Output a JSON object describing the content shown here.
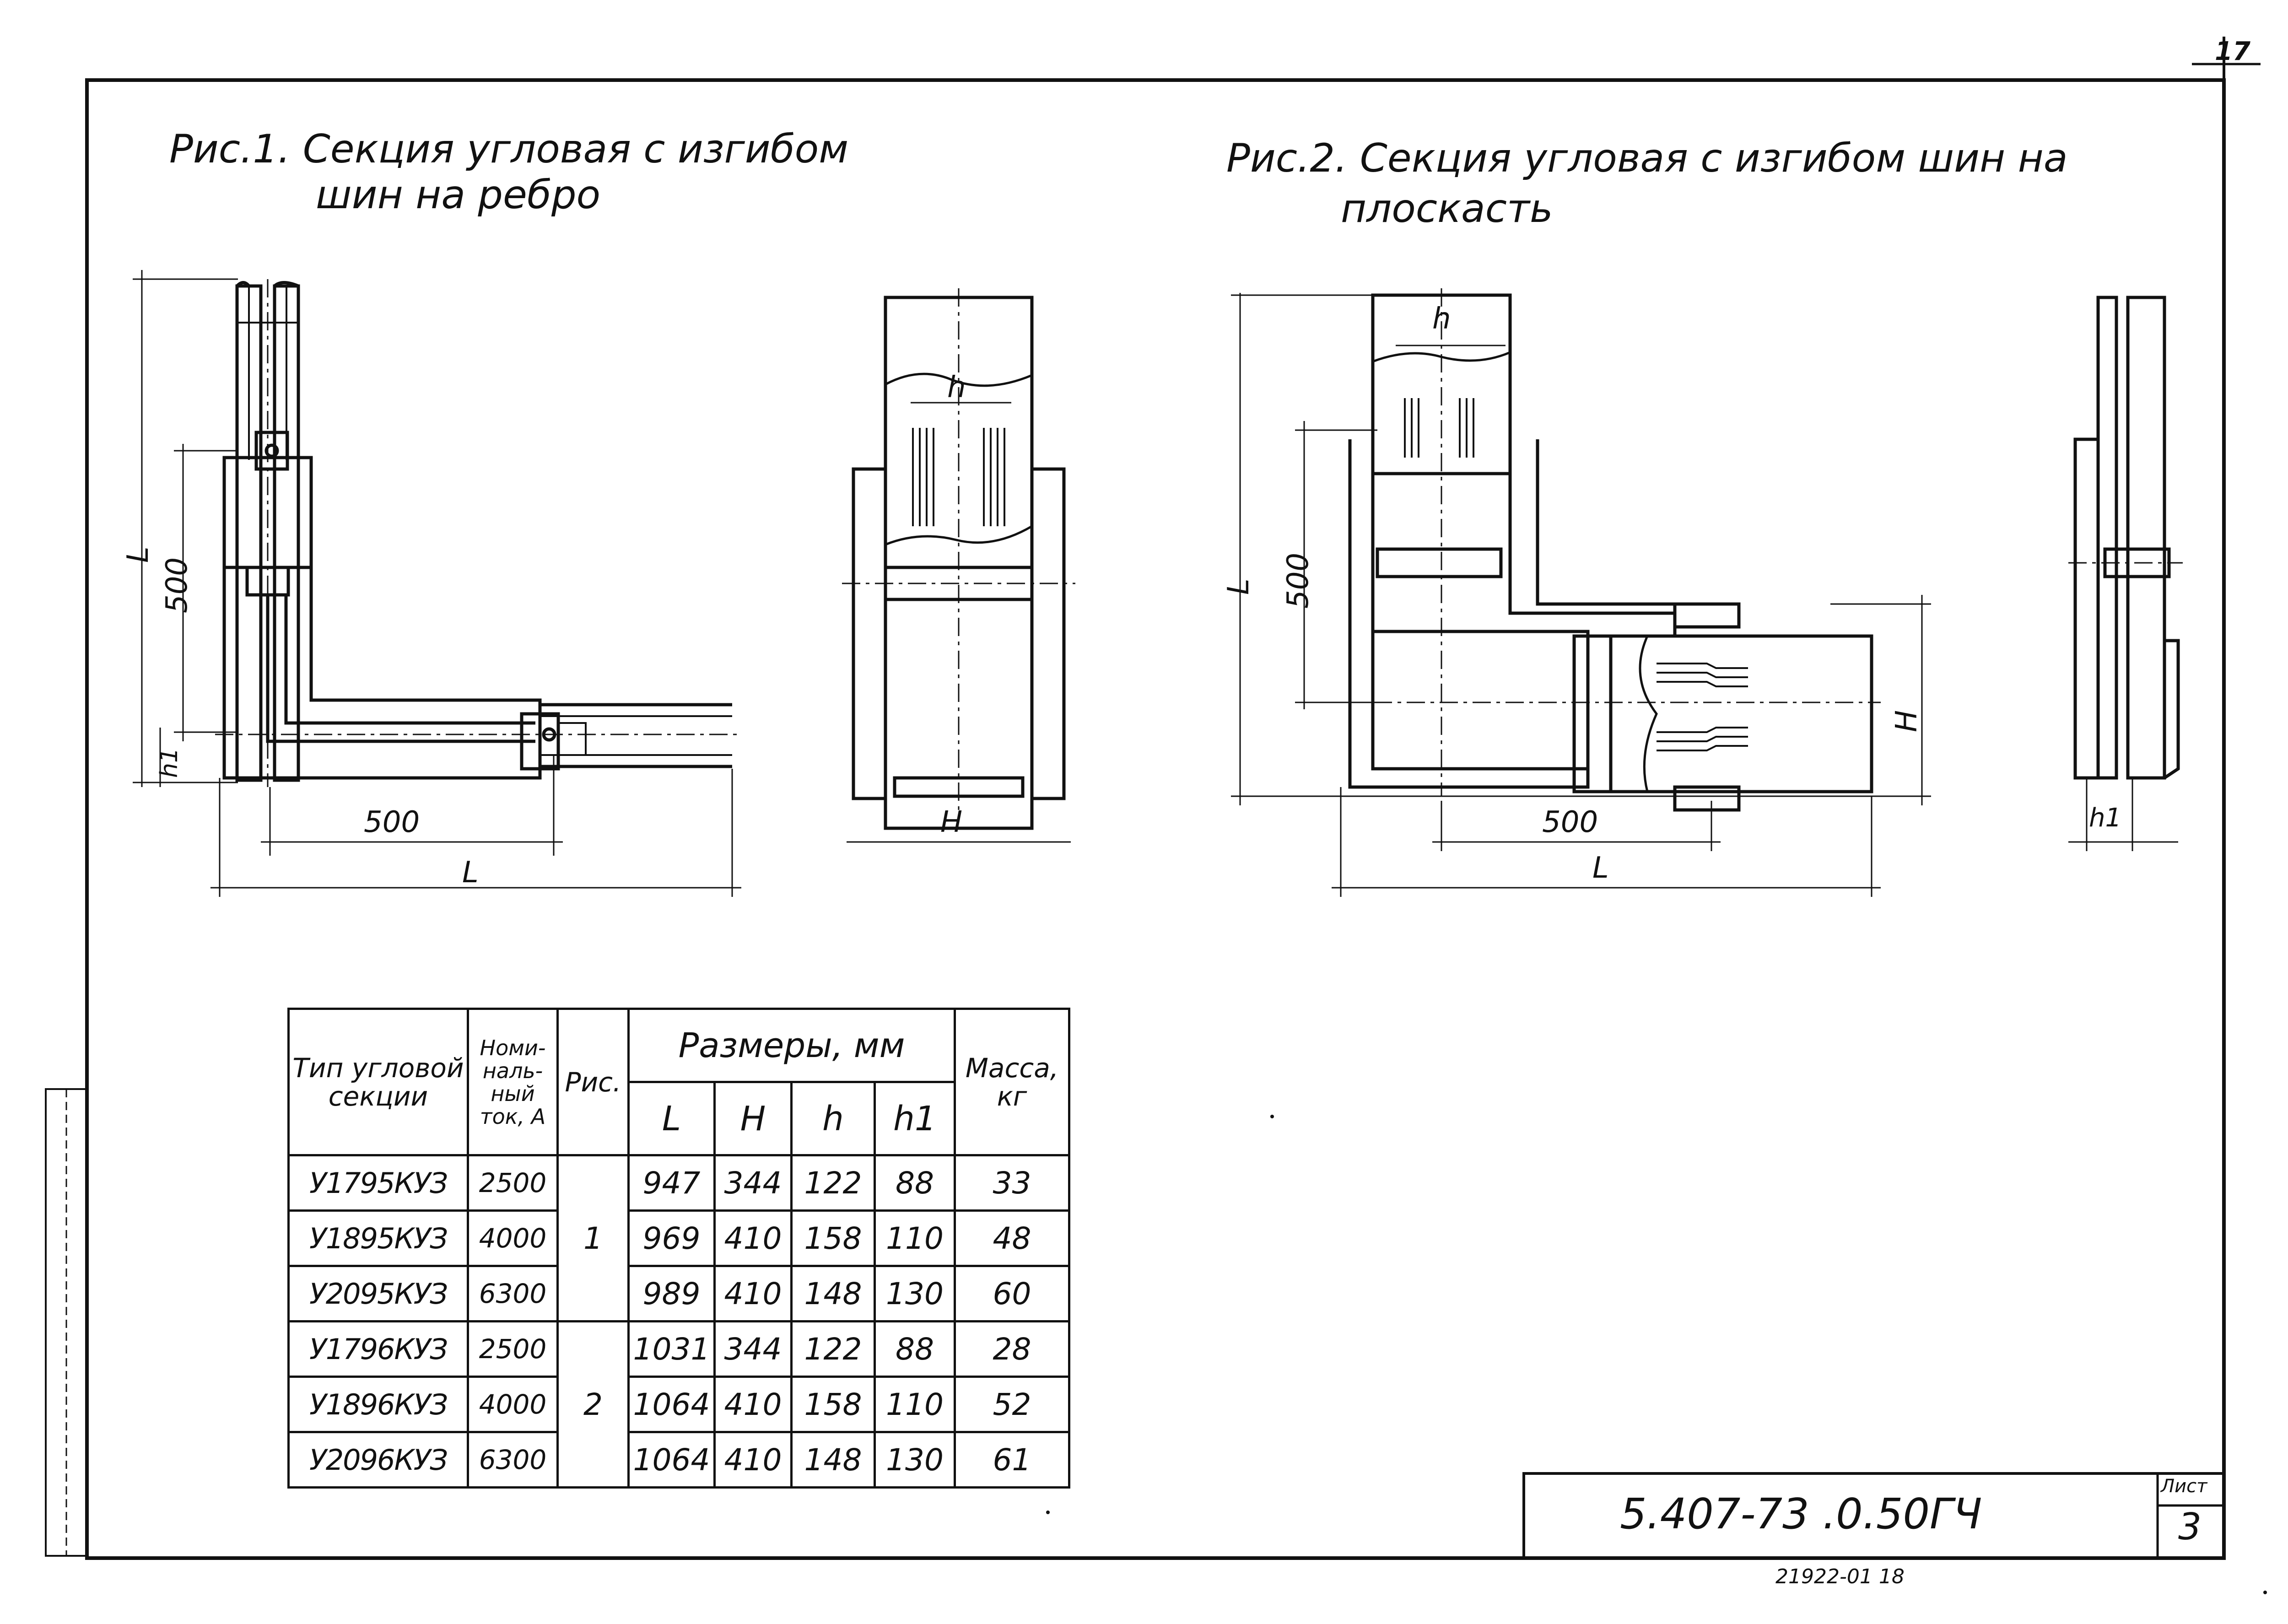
{
  "figures": {
    "fig1": {
      "caption_line1": "Рис.1.  Секция угловая с изгибом",
      "caption_line2": "шин  на ребро"
    },
    "fig2": {
      "caption_line1": "Рис.2. Секция угловая с изгибом  шин  на",
      "caption_line2": "плоскасть"
    }
  },
  "dimensions": {
    "L": "L",
    "H": "H",
    "h": "h",
    "h1": "h1",
    "d500": "500"
  },
  "table": {
    "headers": {
      "type": "Тип угловой секции",
      "current": "Номи-наль-ный ток, А",
      "fig": "Рис.",
      "sizes": "Размеры, мм",
      "mass": "Масса, кг",
      "L": "L",
      "H": "H",
      "h": "h",
      "h1": "h1"
    },
    "rows": [
      {
        "type": "У1795КУЗ",
        "current": "2500",
        "fig": "1",
        "L": "947",
        "H": "344",
        "h": "122",
        "h1": "88",
        "mass": "33"
      },
      {
        "type": "У1895КУЗ",
        "current": "4000",
        "fig": "1",
        "L": "969",
        "H": "410",
        "h": "158",
        "h1": "110",
        "mass": "48"
      },
      {
        "type": "У2095КУЗ",
        "current": "6300",
        "fig": "1",
        "L": "989",
        "H": "410",
        "h": "148",
        "h1": "130",
        "mass": "60"
      },
      {
        "type": "У1796КУЗ",
        "current": "2500",
        "fig": "2",
        "L": "1031",
        "H": "344",
        "h": "122",
        "h1": "88",
        "mass": "28"
      },
      {
        "type": "У1896КУЗ",
        "current": "4000",
        "fig": "2",
        "L": "1064",
        "H": "410",
        "h": "158",
        "h1": "110",
        "mass": "52"
      },
      {
        "type": "У2096КУЗ",
        "current": "6300",
        "fig": "2",
        "L": "1064",
        "H": "410",
        "h": "148",
        "h1": "130",
        "mass": "61"
      }
    ]
  },
  "title_block": {
    "doc_code": "5.407-73 .0.50ГЧ",
    "sheet_label": "Лист",
    "sheet_number": "3"
  },
  "corner_mark": "17",
  "footer_code": "21922-01   18"
}
